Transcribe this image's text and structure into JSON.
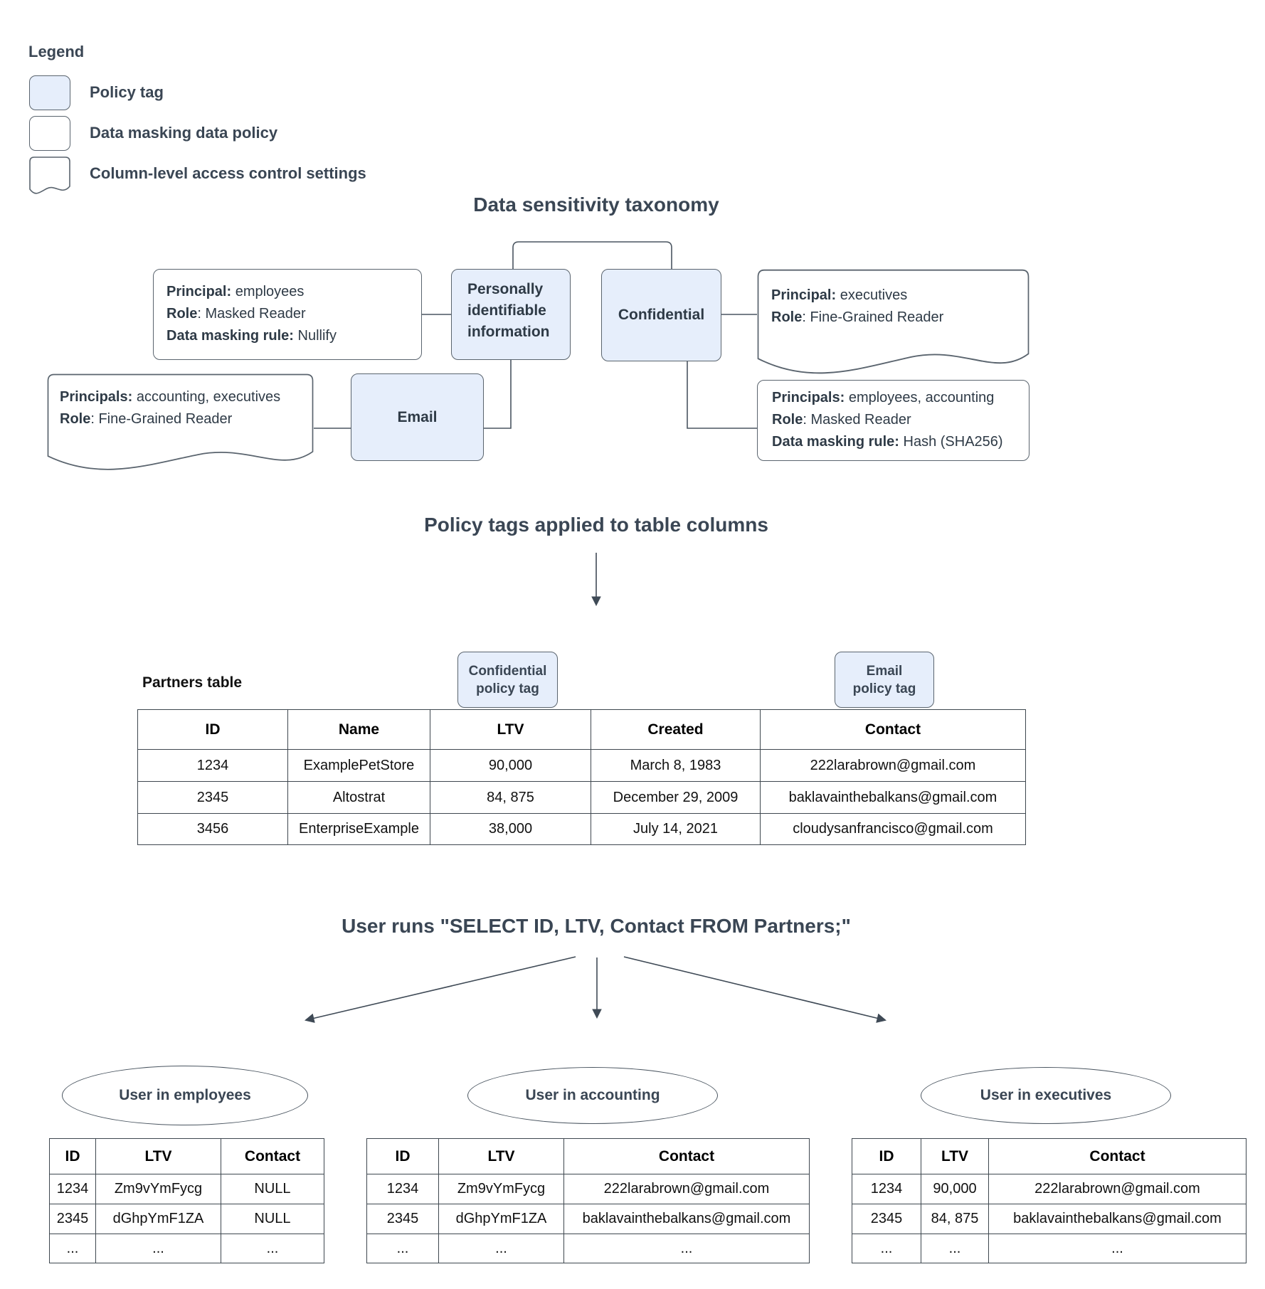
{
  "colors": {
    "policy_tag_fill": "#e6eefb",
    "node_border": "#5a646e",
    "connector": "#4a5560",
    "title_text": "#3a4654",
    "node_text": "#2e3a46",
    "table_border": "#3e474f"
  },
  "legend": {
    "title": "Legend",
    "items": [
      {
        "swatch": "policy-tag-swatch",
        "label": "Policy tag"
      },
      {
        "swatch": "data-masking-policy-swatch",
        "label": "Data masking data policy"
      },
      {
        "swatch": "access-control-swatch",
        "label": "Column-level access control settings"
      }
    ]
  },
  "sections": {
    "taxonomy_title": "Data sensitivity taxonomy",
    "policy_title": "Policy tags applied to table columns",
    "query_title": "User runs \"SELECT ID, LTV, Contact FROM Partners;\""
  },
  "taxonomy": {
    "pii_tag": "Personally identifiable information",
    "confidential_tag": "Confidential",
    "email_tag": "Email",
    "employees_masking_policy": {
      "l1b": "Principal:",
      "l1v": " employees",
      "l2b": "Role",
      "l2v": ": Masked Reader",
      "l3b": "Data masking rule:",
      "l3v": " Nullify"
    },
    "executives_access": {
      "l1b": "Principal:",
      "l1v": " executives",
      "l2b": "Role",
      "l2v": ": Fine-Grained Reader"
    },
    "accounting_access": {
      "l1b": "Principals:",
      "l1v": " accounting, executives",
      "l2b": "Role",
      "l2v": ": Fine-Grained Reader"
    },
    "confidential_masking_policy": {
      "l1b": "Principals:",
      "l1v": " employees, accounting",
      "l2b": "Role",
      "l2v": ": Masked Reader",
      "l3b": "Data masking rule:",
      "l3v": " Hash (SHA256)"
    }
  },
  "partners": {
    "label": "Partners table",
    "confidential_tag_line1": "Confidential",
    "confidential_tag_line2": "policy tag",
    "email_tag_line1": "Email",
    "email_tag_line2": "policy tag",
    "headers": [
      "ID",
      "Name",
      "LTV",
      "Created",
      "Contact"
    ],
    "rows": [
      [
        "1234",
        "ExamplePetStore",
        "90,000",
        "March 8, 1983",
        "222larabrown@gmail.com"
      ],
      [
        "2345",
        "Altostrat",
        "84, 875",
        "December 29, 2009",
        "baklavainthebalkans@gmail.com"
      ],
      [
        "3456",
        "EnterpriseExample",
        "38,000",
        "July 14, 2021",
        "cloudysanfrancisco@gmail.com"
      ]
    ]
  },
  "results": [
    {
      "group": "User in employees",
      "headers": [
        "ID",
        "LTV",
        "Contact"
      ],
      "rows": [
        [
          "1234",
          "Zm9vYmFycg",
          "NULL"
        ],
        [
          "2345",
          "dGhpYmF1ZA",
          "NULL"
        ],
        [
          "...",
          "...",
          "..."
        ]
      ]
    },
    {
      "group": "User in accounting",
      "headers": [
        "ID",
        "LTV",
        "Contact"
      ],
      "rows": [
        [
          "1234",
          "Zm9vYmFycg",
          "222larabrown@gmail.com"
        ],
        [
          "2345",
          "dGhpYmF1ZA",
          "baklavainthebalkans@gmail.com"
        ],
        [
          "...",
          "...",
          "..."
        ]
      ]
    },
    {
      "group": "User in executives",
      "headers": [
        "ID",
        "LTV",
        "Contact"
      ],
      "rows": [
        [
          "1234",
          "90,000",
          "222larabrown@gmail.com"
        ],
        [
          "2345",
          "84, 875",
          "baklavainthebalkans@gmail.com"
        ],
        [
          "...",
          "...",
          "..."
        ]
      ]
    }
  ]
}
